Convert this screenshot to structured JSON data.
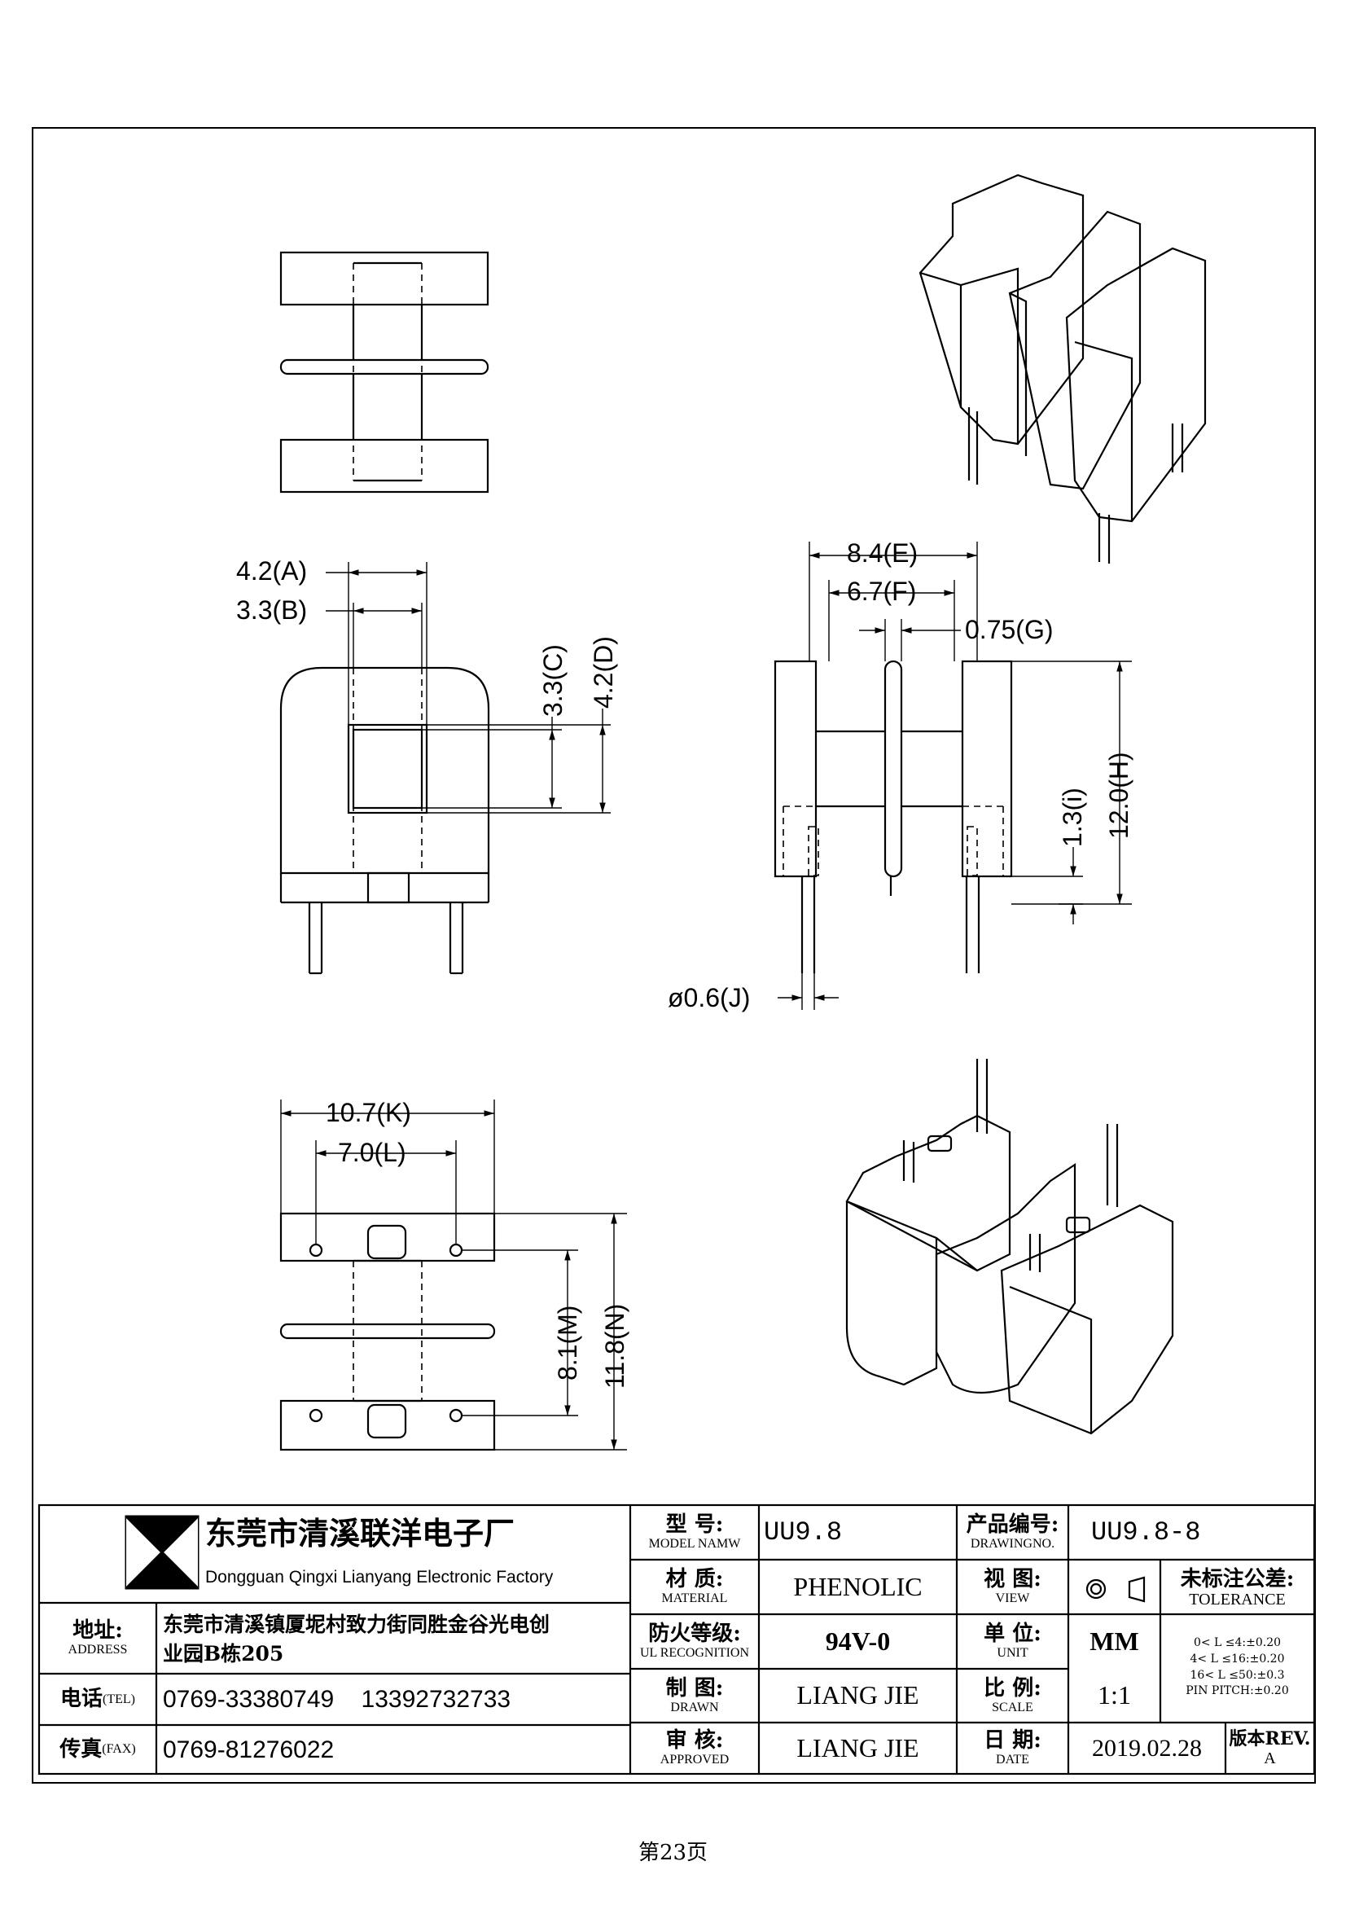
{
  "dimensions": {
    "A": "4.2(A)",
    "B": "3.3(B)",
    "C": "3.3(C)",
    "D": "4.2(D)",
    "E": "8.4(E)",
    "F": "6.7(F)",
    "G": "0.75(G)",
    "H": "12.0(H)",
    "I": "1.3(i)",
    "J": "ø0.6(J)",
    "K": "10.7(K)",
    "L": "7.0(L)",
    "M": "8.1(M)",
    "N": "11.8(N)"
  },
  "company": {
    "name_cn": "东莞市清溪联洋电子厂",
    "name_en": "Dongguan Qingxi Lianyang Electronic Factory",
    "address_label_cn": "地址:",
    "address_label_en": "ADDRESS",
    "address_line1": "东莞市清溪镇厦坭村致力街同胜金谷光电创",
    "address_line2": "业园B栋205",
    "tel_label_cn": "电话",
    "tel_label_en": "(TEL)",
    "tel_value": "0769-33380749    13392732733",
    "fax_label_cn": "传真",
    "fax_label_en": "(FAX)",
    "fax_value": "0769-81276022"
  },
  "title_block": {
    "model_cn": "型 号:",
    "model_en": "MODEL NAMW",
    "model_value": "UU9.8",
    "drawing_no_cn": "产品编号:",
    "drawing_no_en": "DRAWINGNO.",
    "drawing_no_value": "UU9.8-8",
    "material_cn": "材 质:",
    "material_en": "MATERIAL",
    "material_value": "PHENOLIC",
    "view_cn": "视 图:",
    "view_en": "VIEW",
    "tolerance_cn": "未标注公差:",
    "tolerance_en": "TOLERANCE",
    "tolerance_rows": [
      "0< L ≤4:±0.20",
      "4< L ≤16:±0.20",
      "16< L ≤50:±0.3",
      "PIN PITCH:±0.20"
    ],
    "ul_cn": "防火等级:",
    "ul_en": "UL RECOGNITION",
    "ul_value": "94V-0",
    "unit_cn": "单 位:",
    "unit_en": "UNIT",
    "unit_value": "MM",
    "drawn_cn": "制 图:",
    "drawn_en": "DRAWN",
    "drawn_value": "LIANG JIE",
    "scale_cn": "比 例:",
    "scale_en": "SCALE",
    "scale_value": "1:1",
    "approved_cn": "审 核:",
    "approved_en": "APPROVED",
    "approved_value": "LIANG JIE",
    "date_cn": "日 期:",
    "date_en": "DATE",
    "date_value": "2019.02.28",
    "rev_cn": "版本REV.",
    "rev_value": "A"
  },
  "page_footer": "第23页"
}
